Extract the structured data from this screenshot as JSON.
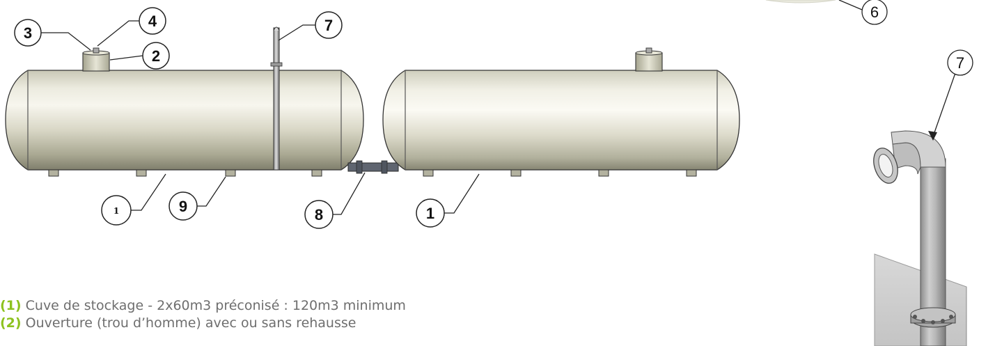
{
  "callouts": {
    "c1_left": "1",
    "c2": "2",
    "c3": "3",
    "c4": "4",
    "c7_pipe": "7",
    "c8": "8",
    "c9": "9",
    "c1_right": "1",
    "c6": "6",
    "c7_detail": "7"
  },
  "legend": [
    {
      "num": "(1)",
      "text": " Cuve de stockage - 2x60m3 préconisé : 120m3 minimum"
    },
    {
      "num": "(2)",
      "text": " Ouverture (trou d’homme) avec ou sans rehausse"
    }
  ],
  "colors": {
    "accent": "#8dc21f",
    "legend_text": "#6e6e6e"
  }
}
